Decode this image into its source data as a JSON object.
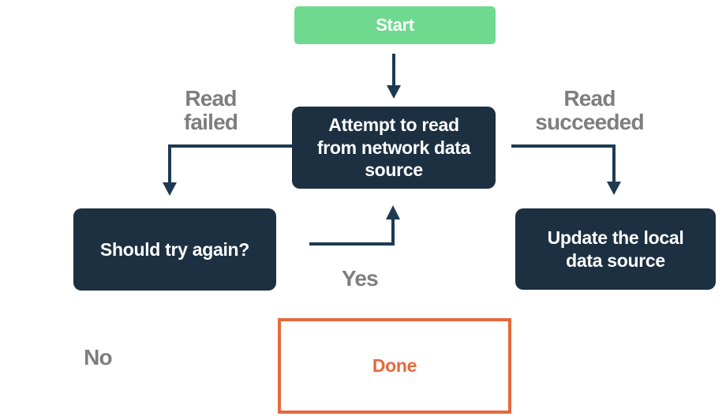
{
  "diagram": {
    "nodes": {
      "start": {
        "label": "Start"
      },
      "attempt": {
        "label": "Attempt to read from network data source"
      },
      "retry": {
        "label": "Should try again?"
      },
      "update": {
        "label": "Update the local data source"
      },
      "done": {
        "label": "Done"
      }
    },
    "edge_labels": {
      "read_failed": "Read failed",
      "read_succeeded": "Read succeeded",
      "yes": "Yes",
      "no": "No"
    },
    "colors": {
      "start_fill": "#6FD98F",
      "node_fill": "#1C3041",
      "node_text": "#FFFFFF",
      "arrow": "#1D3A52",
      "edge_label_text": "#7E7E7E",
      "done_accent": "#E5693C"
    }
  }
}
